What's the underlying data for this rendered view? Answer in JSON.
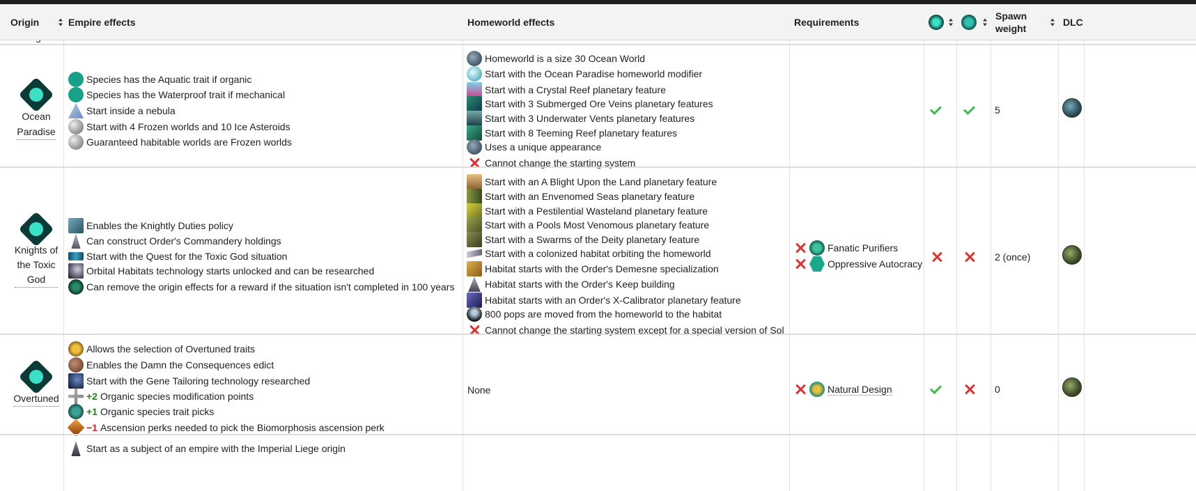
{
  "header": {
    "origin": "Origin",
    "empire_effects": "Empire effects",
    "homeworld_effects": "Homeworld effects",
    "requirements": "Requirements",
    "spawn_weight": "Spawn weight",
    "dlc": "DLC"
  },
  "partial_top": {
    "origin_label": "Dragons"
  },
  "rows": [
    {
      "origin": "Ocean Paradise",
      "origin_lines": [
        "Ocean",
        "Paradise"
      ],
      "empire_effects": [
        {
          "icon": "aquatic-trait-icon",
          "text": "Species has the Aquatic trait if organic"
        },
        {
          "icon": "waterproof-trait-icon",
          "text": "Species has the Waterproof trait if mechanical"
        },
        {
          "icon": "nebula-icon",
          "text": "Start inside a nebula"
        },
        {
          "icon": "frozen-world-icon",
          "text": "Start with 4 Frozen worlds and 10 Ice Asteroids"
        },
        {
          "icon": "frozen-world-icon",
          "text": "Guaranteed habitable worlds are Frozen worlds"
        }
      ],
      "homeworld_effects": [
        {
          "icon": "ocean-world-icon",
          "text": "Homeworld is a size 30 Ocean World"
        },
        {
          "icon": "ocean-paradise-modifier-icon",
          "text": "Start with the Ocean Paradise homeworld modifier"
        },
        {
          "icon": "crystal-reef-icon",
          "text": "Start with a Crystal Reef planetary feature"
        },
        {
          "icon": "submerged-ore-veins-icon",
          "text": "Start with 3 Submerged Ore Veins planetary features"
        },
        {
          "icon": "underwater-vents-icon",
          "text": "Start with 3 Underwater Vents planetary features"
        },
        {
          "icon": "teeming-reef-icon",
          "text": "Start with 8 Teeming Reef planetary features"
        },
        {
          "icon": "appearance-icon",
          "text": "Uses a unique appearance"
        },
        {
          "icon": "cross-icon",
          "text": "Cannot change the starting system"
        }
      ],
      "requirements": [],
      "col_a": "check",
      "col_b": "check",
      "spawn_weight": "5",
      "dlc": "aquatics-dlc-icon"
    },
    {
      "origin": "Knights of the Toxic God",
      "origin_lines": [
        "Knights of",
        "the Toxic",
        "God"
      ],
      "empire_effects": [
        {
          "icon": "policy-icon",
          "text": "Enables the Knightly Duties policy"
        },
        {
          "icon": "holding-icon",
          "text": "Can construct Order's Commandery holdings"
        },
        {
          "icon": "situation-icon",
          "text": "Start with the Quest for the Toxic God situation"
        },
        {
          "icon": "technology-icon",
          "text": "Orbital Habitats technology starts unlocked and can be researched"
        },
        {
          "icon": "reward-icon",
          "text": "Can remove the origin effects for a reward if the situation isn't completed in 100 years"
        }
      ],
      "homeworld_effects": [
        {
          "icon": "blight-icon",
          "text": "Start with an A Blight Upon the Land planetary feature"
        },
        {
          "icon": "envenomed-seas-icon",
          "text": "Start with an Envenomed Seas planetary feature"
        },
        {
          "icon": "pestilential-wasteland-icon",
          "text": "Start with a Pestilential Wasteland planetary feature"
        },
        {
          "icon": "pools-venomous-icon",
          "text": "Start with a Pools Most Venomous planetary feature"
        },
        {
          "icon": "swarms-deity-icon",
          "text": "Start with a Swarms of the Deity planetary feature"
        },
        {
          "icon": "habitat-icon",
          "text": "Start with a colonized habitat orbiting the homeworld"
        },
        {
          "icon": "demesne-icon",
          "text": "Habitat starts with the Order's Demesne specialization"
        },
        {
          "icon": "keep-building-icon",
          "text": "Habitat starts with the Order's Keep building"
        },
        {
          "icon": "x-calibrator-icon",
          "text": "Habitat starts with an Order's X-Calibrator planetary feature"
        },
        {
          "icon": "pops-icon",
          "text": "800 pops are moved from the homeworld to the habitat"
        },
        {
          "icon": "cross-icon",
          "text": "Cannot change the starting system except for a special version of Sol"
        }
      ],
      "requirements": [
        {
          "text": "Fanatic Purifiers"
        },
        {
          "text": "Oppressive Autocracy"
        }
      ],
      "col_a": "cross",
      "col_b": "cross",
      "spawn_weight": "2 (once)",
      "dlc": "toxoids-dlc-icon"
    },
    {
      "origin": "Overtuned",
      "origin_lines": [
        "Overtuned"
      ],
      "empire_effects": [
        {
          "icon": "overtuned-trait-icon",
          "text": "Allows the selection of Overtuned traits"
        },
        {
          "icon": "edict-icon",
          "text": "Enables the Damn the Consequences edict"
        },
        {
          "icon": "gene-tailoring-icon",
          "text": "Start with the Gene Tailoring technology researched"
        },
        {
          "icon": "modification-points-icon",
          "prefix": "+2",
          "text": "Organic species modification points"
        },
        {
          "icon": "trait-picks-icon",
          "prefix": "+1",
          "text": "Organic species trait picks"
        },
        {
          "icon": "ascension-perk-icon",
          "prefix": "−1",
          "text": "Ascension perks needed to pick the Biomorphosis ascension perk"
        }
      ],
      "homeworld_effects_text": "None",
      "requirements": [
        {
          "text": "Natural Design"
        }
      ],
      "col_a": "check",
      "col_b": "cross",
      "spawn_weight": "0",
      "dlc": "toxoids-dlc-icon"
    }
  ],
  "partial_bottom": {
    "empire_effect": "Start as a subject of an empire with the Imperial Liege origin"
  },
  "colors": {
    "header_bg": "#f3f3f3",
    "check": "#3fba4f",
    "cross": "#d33333",
    "positive": "#1e8a1e",
    "negative": "#d02020"
  }
}
